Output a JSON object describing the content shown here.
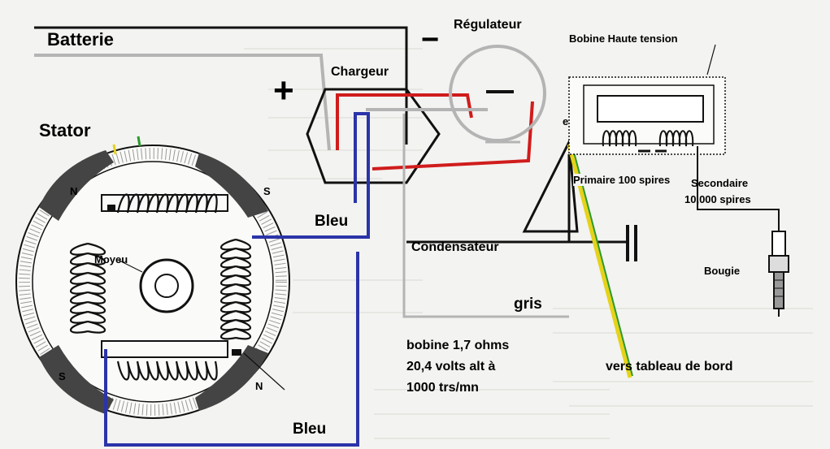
{
  "labels": {
    "batterie": "Batterie",
    "regulateur": "Régulateur",
    "chargeur": "Chargeur",
    "stator": "Stator",
    "bleu_top": "Bleu",
    "bleu_bottom": "Bleu",
    "condensateur": "Condensateur",
    "gris": "gris",
    "bobine_line1": "bobine 1,7 ohms",
    "bobine_line2": "20,4 volts alt à",
    "bobine_line3": "1000 trs/mn",
    "vers_tableau": "vers tableau de bord",
    "bobine_ht": "Bobine Haute tension",
    "primaire": "Primaire 100 spires",
    "secondaire": "Secondaire",
    "secondaire_spires": "10,000 spires",
    "bougie": "Bougie",
    "moyeu": "Moyeu",
    "n_top_left": "N",
    "s_top_right": "S",
    "s_bottom_left": "S",
    "n_bottom_right": "N",
    "e_terminal": "e"
  },
  "symbols": {
    "plus": "+",
    "minus": "−"
  },
  "colors": {
    "black_wire": "#111111",
    "red_wire": "#d01c1c",
    "blue_wire": "#2b34a8",
    "gray_wire": "#b4b4b4",
    "yellow_wire": "#e6d21a",
    "green_wire": "#2a9a2a"
  }
}
